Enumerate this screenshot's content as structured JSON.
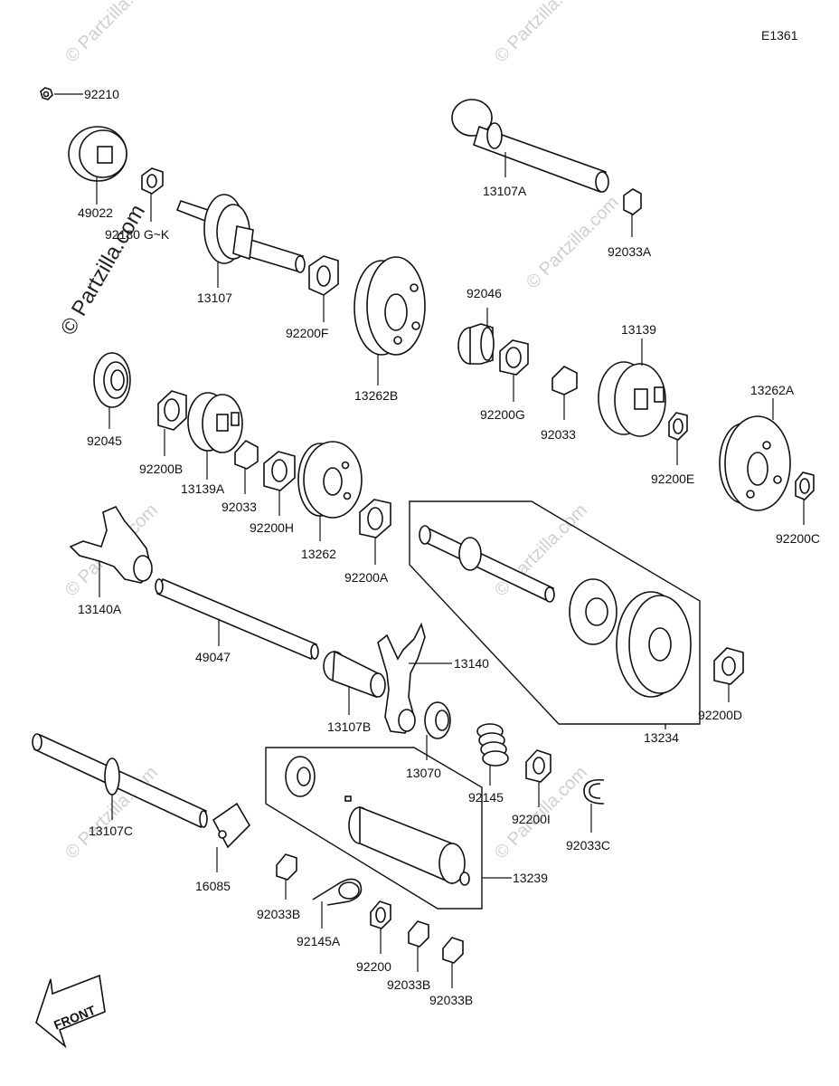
{
  "diagram_code": "E1361",
  "watermarks": {
    "main": "© Partzilla.com",
    "small": "© Partzilla.com"
  },
  "front_label": "FRONT",
  "callouts": {
    "c92210": "92210",
    "c49022": "49022",
    "c92180": "92180 G~K",
    "c13107": "13107",
    "c92200F": "92200F",
    "c13262B": "13262B",
    "c13107A": "13107A",
    "c92033A": "92033A",
    "c92046": "92046",
    "c92200G": "92200G",
    "c92033_1": "92033",
    "c13139": "13139",
    "c92200E": "92200E",
    "c13262A": "13262A",
    "c92200C": "92200C",
    "c92045": "92045",
    "c92200B": "92200B",
    "c13139A": "13139A",
    "c92033_2": "92033",
    "c92200H": "92200H",
    "c13262": "13262",
    "c92200A": "92200A",
    "c13140A": "13140A",
    "c49047": "49047",
    "c13140": "13140",
    "c13107B": "13107B",
    "c13070": "13070",
    "c92145": "92145",
    "c92200I": "92200I",
    "c92033C": "92033C",
    "c13234": "13234",
    "c92200D": "92200D",
    "c13107C": "13107C",
    "c16085": "16085",
    "c13239": "13239",
    "c92033B_1": "92033B",
    "c92145A": "92145A",
    "c92200": "92200",
    "c92033B_2": "92033B",
    "c92033B_3": "92033B"
  }
}
